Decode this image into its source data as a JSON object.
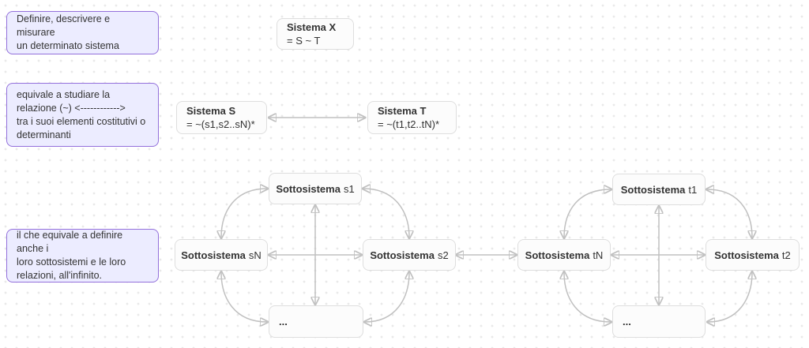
{
  "colors": {
    "note_fill": "#ECECFF",
    "note_border": "#9370DB",
    "node_fill": "#FCFCFC",
    "node_border": "#DEDEDE",
    "arrow": "#C0C0C0",
    "text": "#333333",
    "grid_dot": "#E9E9E9"
  },
  "notes": {
    "note1": "Definire, descrivere e misurare\nun determinato sistema",
    "note2": "equivale a studiare la\nrelazione (~) <------------>\ntra i suoi elementi costitutivi o\ndeterminanti",
    "note3": "il che equivale a definire anche i\nloro sottosistemi e le loro\nrelazioni, all'infinito."
  },
  "systems": {
    "x": {
      "title": "Sistema X",
      "formula": "= S ~ T"
    },
    "s": {
      "title": "Sistema S",
      "formula": "= ~(s1,s2..sN)*"
    },
    "t": {
      "title": "Sistema T",
      "formula": "= ~(t1,t2..tN)*"
    }
  },
  "subsystems": {
    "s1": {
      "label": "Sottosistema",
      "id": "s1"
    },
    "sN": {
      "label": "Sottosistema",
      "id": "sN"
    },
    "s2": {
      "label": "Sottosistema",
      "id": "s2"
    },
    "s_more": {
      "id": "..."
    },
    "t1": {
      "label": "Sottosistema",
      "id": "t1"
    },
    "tN": {
      "label": "Sottosistema",
      "id": "tN"
    },
    "t2": {
      "label": "Sottosistema",
      "id": "t2"
    },
    "t_more": {
      "id": "..."
    }
  }
}
